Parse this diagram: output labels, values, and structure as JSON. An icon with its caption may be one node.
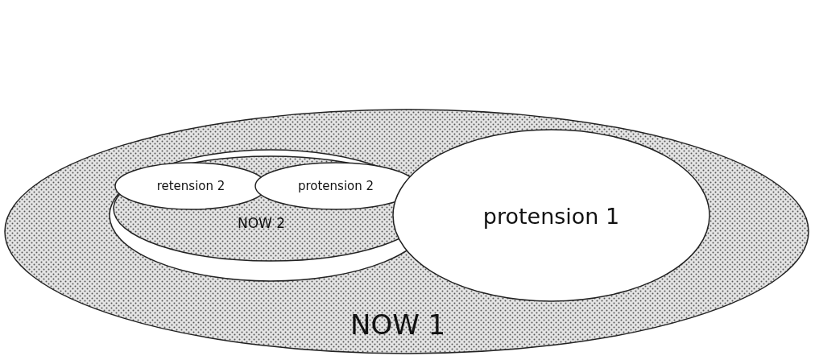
{
  "diagram": {
    "nodes": [
      {
        "text": [
          "NOW 1"
        ]
      },
      {
        "text": [],
        "shape": "ellipse",
        "in": 0
      },
      {
        "text": [
          "protension 1"
        ],
        "in": 0
      },
      {
        "text": [
          "NOW 2"
        ],
        "in": 1
      },
      {
        "text": [
          "retension 2"
        ],
        "in": 3
      },
      {
        "text": [
          "protension 2"
        ],
        "in": 3
      }
    ],
    "edges": []
  }
}
